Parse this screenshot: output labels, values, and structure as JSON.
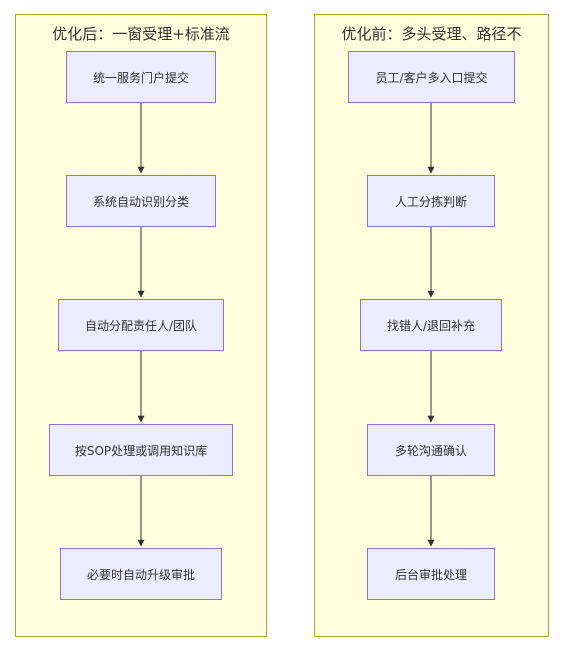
{
  "diagram": {
    "after": {
      "title": "优化后：一窗受理+标准流",
      "nodes": [
        "统一服务门户提交",
        "系统自动识别分类",
        "自动分配责任人/团队",
        "按SOP处理或调用知识库",
        "必要时自动升级审批"
      ]
    },
    "before": {
      "title": "优化前：多头受理、路径不",
      "nodes": [
        "员工/客户多入口提交",
        "人工分拣判断",
        "找错人/退回补充",
        "多轮沟通确认",
        "后台审批处理"
      ]
    }
  },
  "colors": {
    "cluster_fill": "#ffffde",
    "cluster_border": "#aaaa33",
    "node_fill": "#ececff",
    "node_border": "#9370db",
    "edge": "#333333"
  }
}
